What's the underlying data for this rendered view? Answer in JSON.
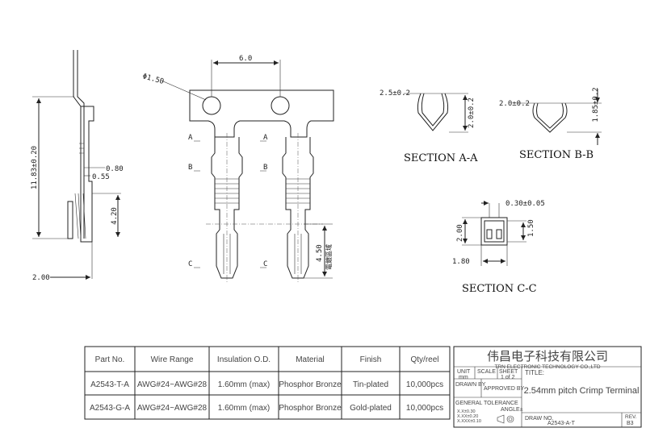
{
  "dimensions": {
    "hole_dia": "Φ1.50",
    "pitch": "6.0",
    "height_total": "11.83±0.20",
    "d_080": "0.80",
    "d_055": "0.55",
    "d_420": "4.20",
    "d_200": "2.00",
    "d_450": "4.50",
    "d_450_note": "電鍍區域",
    "secA_w": "2.5±0.2",
    "secA_h": "2.0±0.2",
    "secB_w": "2.0±0.2",
    "secB_h": "1.85±0.2",
    "secC_t": "0.30±0.05",
    "secC_h": "2.00",
    "secC_h2": "1.50",
    "secC_w": "1.80"
  },
  "section_marks": {
    "a": "A",
    "b": "B",
    "c": "C"
  },
  "section_labels": {
    "a": "SECTION A-A",
    "b": "SECTION B-B",
    "c": "SECTION C-C"
  },
  "table": {
    "headers": [
      "Part No.",
      "Wire Range",
      "Insulation O.D.",
      "Material",
      "Finish",
      "Qty/reel"
    ],
    "rows": [
      [
        "A2543-T-A",
        "AWG#24~AWG#28",
        "1.60mm (max)",
        "Phosphor Bronze",
        "Tin-plated",
        "10,000pcs"
      ],
      [
        "A2543-G-A",
        "AWG#24~AWG#28",
        "1.60mm (max)",
        "Phosphor Bronze",
        "Gold-plated",
        "10,000pcs"
      ]
    ]
  },
  "title_block": {
    "company_cn": "伟昌电子科技有限公司",
    "company_en": "TRN ELECTRONIC TECHNOLOGY CO.,LTD",
    "unit_label": "UNIT",
    "unit_value": "mm",
    "scale_label": "SCALE",
    "sheet_label": "SHEET",
    "sheet_value": "1 of 2",
    "title_label": "TITLE:",
    "title_value": "2.54mm pitch Crimp Terminal",
    "drawn_by": "DRAWN BY",
    "approved_by": "APPROVED BY",
    "general_tolerance": "GENERAL TOLERANCE",
    "angle": "ANGLE±",
    "tol1": "X.X±0.30",
    "tol2": "X.XX±0.20",
    "tol3": "X.XXX±0.10",
    "draw_no_label": "DRAW NO.",
    "draw_no": "A2543-A-T",
    "rev_label": "REV.",
    "rev_value": "B3"
  }
}
